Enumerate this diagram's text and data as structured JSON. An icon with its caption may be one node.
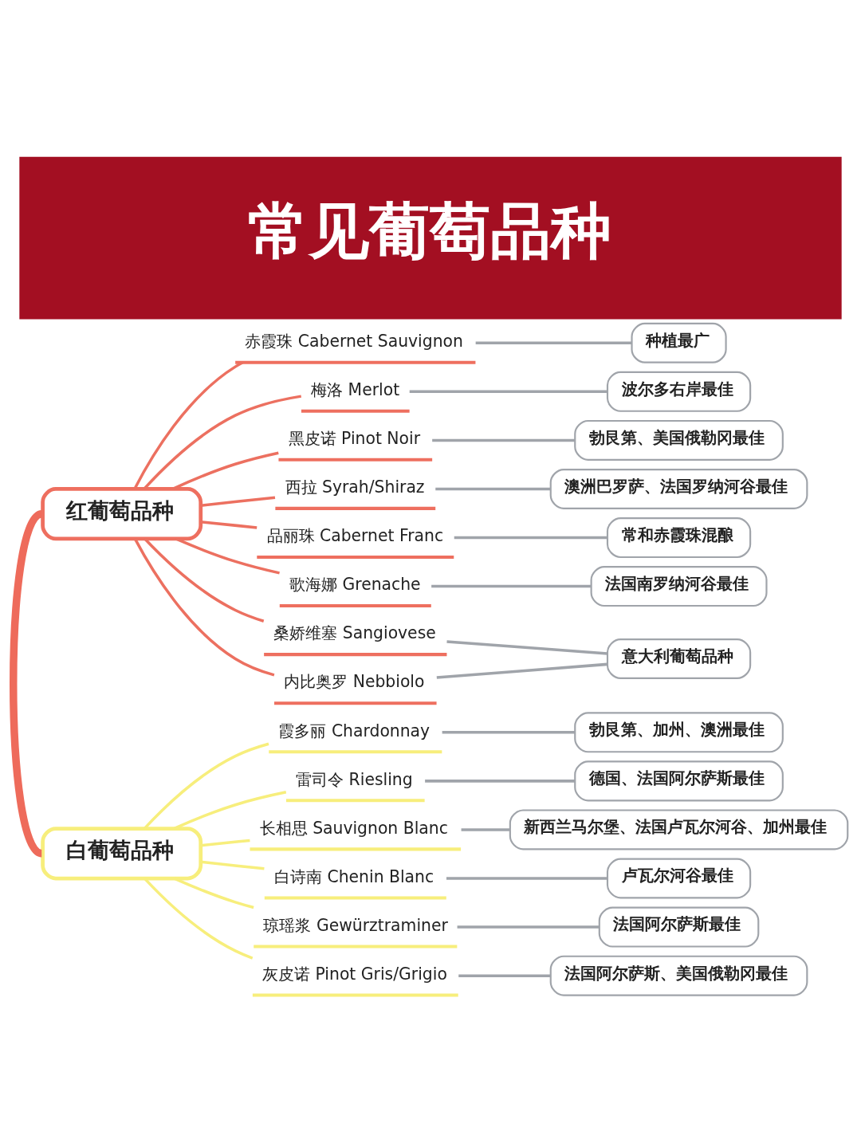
{
  "diagram": {
    "title": "常见葡萄品种",
    "nodes": [
      {
        "text": [
          "红葡萄品种"
        ]
      },
      {
        "text": [
          "赤霞珠 Cabernet Sauvignon"
        ]
      },
      {
        "text": [
          "种植最广"
        ]
      },
      {
        "text": [
          "梅洛 Merlot"
        ]
      },
      {
        "text": [
          "波尔多右岸最佳"
        ]
      },
      {
        "text": [
          "黑皮诺 Pinot Noir"
        ]
      },
      {
        "text": [
          "勃艮第、美国俄勒冈最佳"
        ]
      },
      {
        "text": [
          "西拉 Syrah/Shiraz"
        ]
      },
      {
        "text": [
          "澳洲巴罗萨、法国罗纳河谷最佳"
        ]
      },
      {
        "text": [
          "品丽珠 Cabernet Franc"
        ]
      },
      {
        "text": [
          "常和赤霞珠混酿"
        ]
      },
      {
        "text": [
          "歌海娜 Grenache"
        ]
      },
      {
        "text": [
          "法国南罗纳河谷最佳"
        ]
      },
      {
        "text": [
          "桑娇维塞 Sangiovese"
        ]
      },
      {
        "text": [
          "内比奥罗 Nebbiolo"
        ]
      },
      {
        "text": [
          "意大利葡萄品种"
        ]
      },
      {
        "text": [
          "白葡萄品种"
        ]
      },
      {
        "text": [
          "霞多丽 Chardonnay"
        ]
      },
      {
        "text": [
          "勃艮第、加州、澳洲最佳"
        ]
      },
      {
        "text": [
          "雷司令 Riesling"
        ]
      },
      {
        "text": [
          "德国、法国阿尔萨斯最佳"
        ]
      },
      {
        "text": [
          "长相思 Sauvignon Blanc"
        ]
      },
      {
        "text": [
          "新西兰马尔堡、法国卢瓦尔河谷、加州最佳"
        ]
      },
      {
        "text": [
          "白诗南 Chenin Blanc"
        ]
      },
      {
        "text": [
          "卢瓦尔河谷最佳"
        ]
      },
      {
        "text": [
          "琼瑶浆 Gewürztraminer"
        ]
      },
      {
        "text": [
          "法国阿尔萨斯最佳"
        ]
      },
      {
        "text": [
          "灰皮诺 Pinot Gris/Grigio"
        ]
      },
      {
        "text": [
          "法国阿尔萨斯、美国俄勒冈最佳"
        ]
      }
    ],
    "edges": [
      {
        "from": 0,
        "to": 16,
        "arrow": "none",
        "style": "thick",
        "color": "#ee6b5b"
      },
      {
        "from": 0,
        "to": 1,
        "arrow": "none",
        "color": "#ec7060"
      },
      {
        "from": 0,
        "to": 3,
        "arrow": "none",
        "color": "#ec7060"
      },
      {
        "from": 0,
        "to": 5,
        "arrow": "none",
        "color": "#ec7060"
      },
      {
        "from": 0,
        "to": 7,
        "arrow": "none",
        "color": "#ec7060"
      },
      {
        "from": 0,
        "to": 9,
        "arrow": "none",
        "color": "#ec7060"
      },
      {
        "from": 0,
        "to": 11,
        "arrow": "none",
        "color": "#ec7060"
      },
      {
        "from": 0,
        "to": 13,
        "arrow": "none",
        "color": "#ec7060"
      },
      {
        "from": 0,
        "to": 14,
        "arrow": "none",
        "color": "#ec7060"
      },
      {
        "from": 1,
        "to": 2,
        "arrow": "none"
      },
      {
        "from": 3,
        "to": 4,
        "arrow": "none"
      },
      {
        "from": 5,
        "to": 6,
        "arrow": "none"
      },
      {
        "from": 7,
        "to": 8,
        "arrow": "none"
      },
      {
        "from": 9,
        "to": 10,
        "arrow": "none"
      },
      {
        "from": 11,
        "to": 12,
        "arrow": "none"
      },
      {
        "from": 13,
        "to": 15,
        "arrow": "none"
      },
      {
        "from": 14,
        "to": 15,
        "arrow": "none"
      },
      {
        "from": 16,
        "to": 17,
        "arrow": "none",
        "color": "#f7ee7c"
      },
      {
        "from": 16,
        "to": 19,
        "arrow": "none",
        "color": "#f7ee7c"
      },
      {
        "from": 16,
        "to": 21,
        "arrow": "none",
        "color": "#f7ee7c"
      },
      {
        "from": 16,
        "to": 23,
        "arrow": "none",
        "color": "#f7ee7c"
      },
      {
        "from": 16,
        "to": 25,
        "arrow": "none",
        "color": "#f7ee7c"
      },
      {
        "from": 16,
        "to": 27,
        "arrow": "none",
        "color": "#f7ee7c"
      },
      {
        "from": 17,
        "to": 18,
        "arrow": "none"
      },
      {
        "from": 19,
        "to": 20,
        "arrow": "none"
      },
      {
        "from": 21,
        "to": 22,
        "arrow": "none"
      },
      {
        "from": 23,
        "to": 24,
        "arrow": "none"
      },
      {
        "from": 25,
        "to": 26,
        "arrow": "none"
      },
      {
        "from": 27,
        "to": 28,
        "arrow": "none"
      }
    ]
  }
}
